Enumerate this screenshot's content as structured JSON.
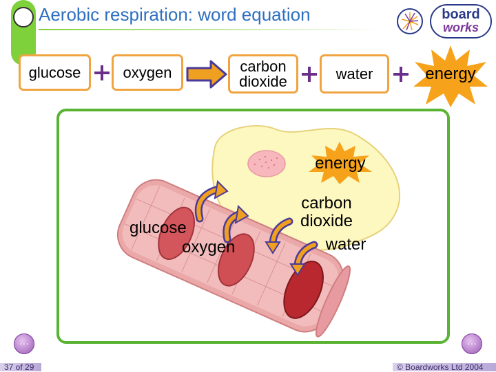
{
  "header": {
    "title": "Aerobic respiration: word equation",
    "logo_top": "board",
    "logo_bottom": "works"
  },
  "equation": {
    "reactants": [
      "glucose",
      "oxygen"
    ],
    "products": [
      "carbon dioxide",
      "water",
      "energy"
    ],
    "product_lines": {
      "co2_line1": "carbon",
      "co2_line2": "dioxide"
    }
  },
  "diagram": {
    "cell_label_energy": "energy",
    "blood_labels": [
      "glucose",
      "oxygen"
    ],
    "cell_labels": {
      "co2_line1": "carbon",
      "co2_line2": "dioxide",
      "water": "water"
    }
  },
  "footer": {
    "page": "37 of 29",
    "copyright": "© Boardworks Ltd 2004"
  },
  "nav": {
    "prev_symbol": "···",
    "next_symbol": "···"
  },
  "colors": {
    "accent_green": "#7fd13b",
    "frame_green": "#5ab333",
    "box_orange": "#f0a440",
    "arrow_orange": "#f0a020",
    "arrow_purple": "#4a3a9a",
    "title_blue": "#2e6fbf"
  },
  "icons": [
    "plus-icon",
    "reaction-arrow-icon",
    "energy-burst-icon",
    "diffusion-arrow-icon",
    "nav-prev-icon",
    "nav-next-icon"
  ]
}
